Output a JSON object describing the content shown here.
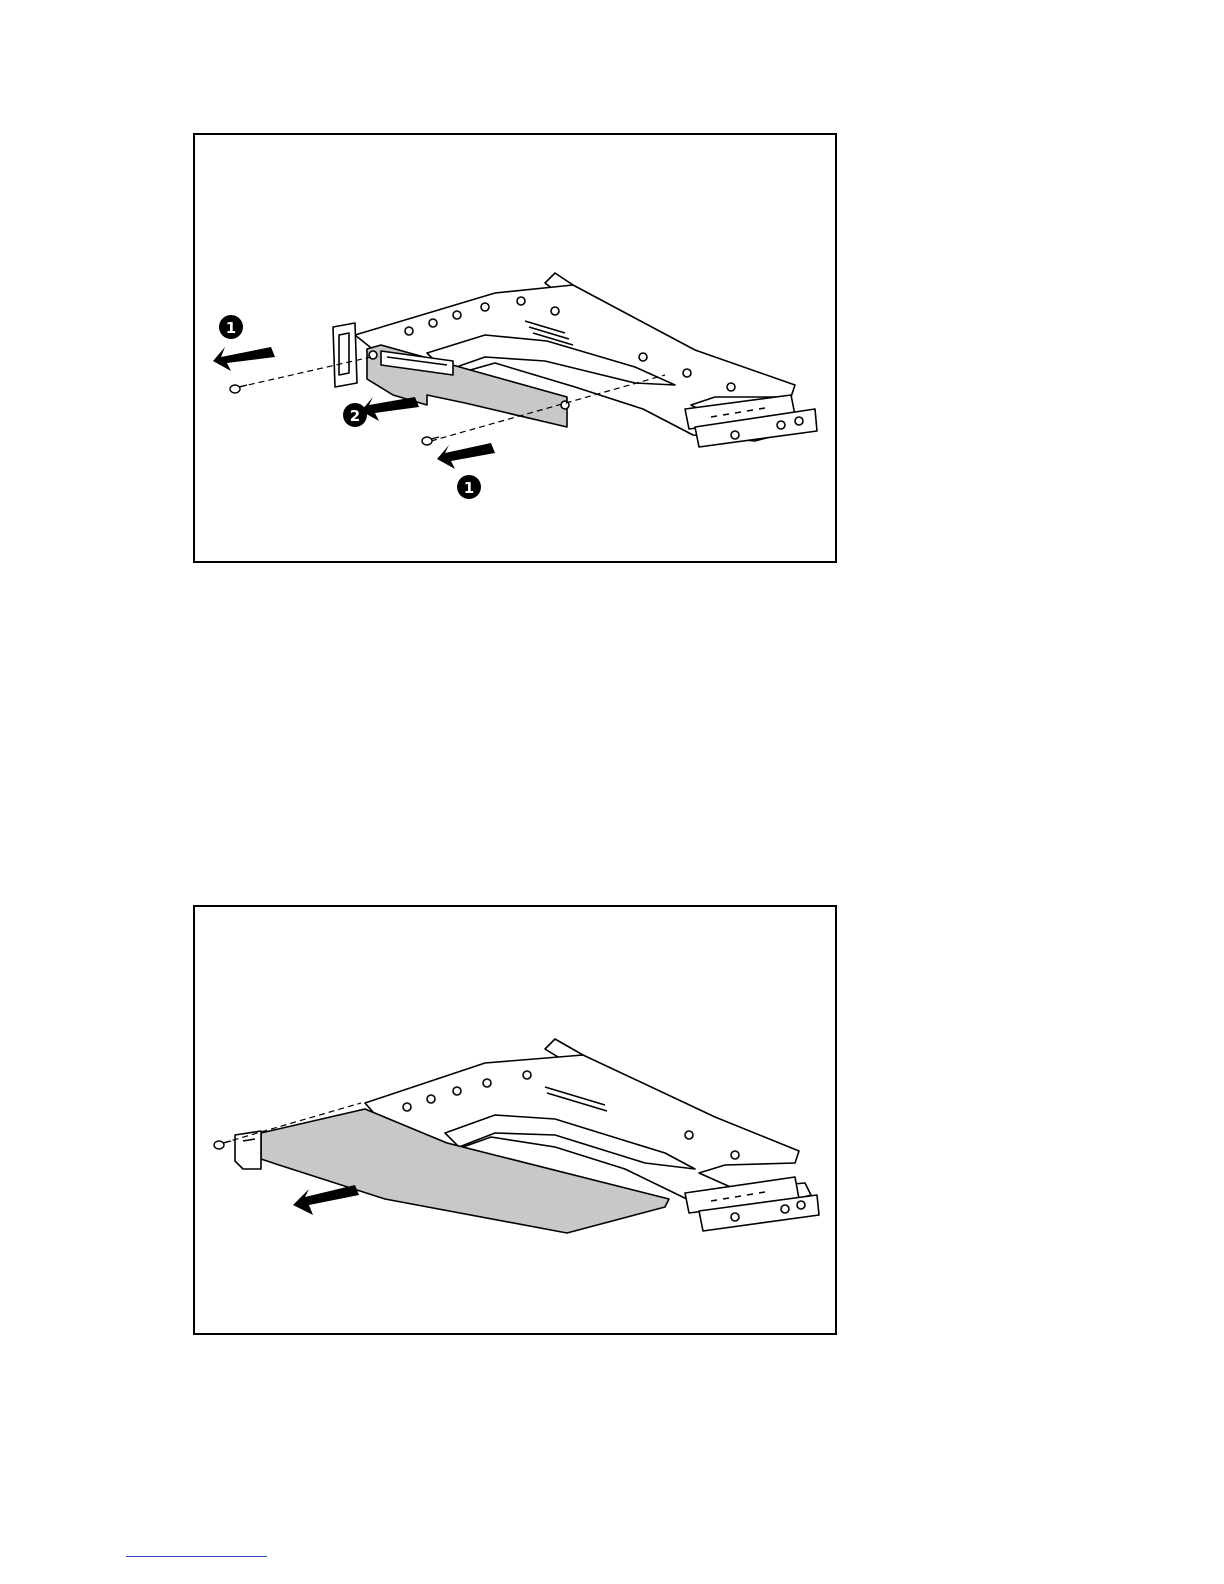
{
  "figures": [
    {
      "callouts": [
        "1",
        "2",
        "1"
      ]
    },
    {
      "callouts": []
    }
  ],
  "colors": {
    "line": "#000000",
    "board_fill": "#c8c8c8",
    "footer_rule": "#2b4fc0"
  }
}
